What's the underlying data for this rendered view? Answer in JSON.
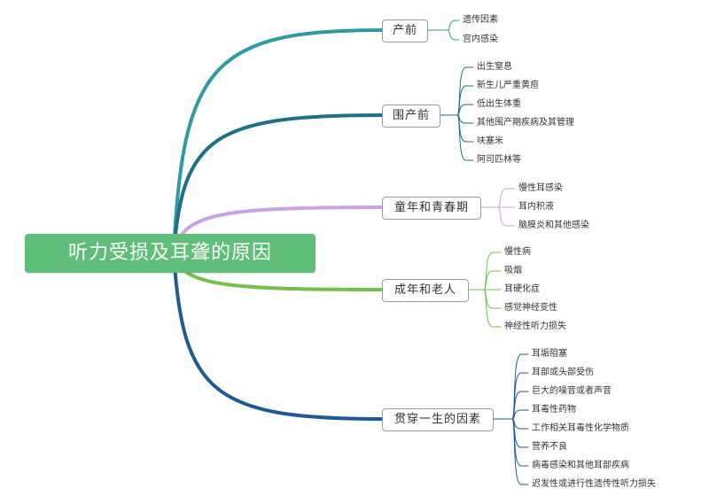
{
  "title": "听力受损及耳聋的原因",
  "colors": {
    "root_fill": "#5fbf7a",
    "teal": "#2f9aa3",
    "dark_teal": "#1f6f86",
    "lavender": "#c9a3e6",
    "green": "#74c14a",
    "navy": "#1e5a94"
  },
  "branches": [
    {
      "label": "产前",
      "color": "#2f9aa3",
      "items": [
        "遗传因素",
        "宫内感染"
      ]
    },
    {
      "label": "围产前",
      "color": "#1f6f86",
      "items": [
        "出生窒息",
        "新生儿严重黄疸",
        "低出生体重",
        "其他围产期疾病及其管理",
        "呋塞米",
        "阿司匹林等"
      ]
    },
    {
      "label": "童年和青春期",
      "color": "#c9a3e6",
      "items": [
        "慢性耳感染",
        "耳内积液",
        "脑膜炎和其他感染"
      ]
    },
    {
      "label": "成年和老人",
      "color": "#74c14a",
      "items": [
        "慢性病",
        "吸烟",
        "耳硬化症",
        "感觉神经变性",
        "神经性听力损失"
      ]
    },
    {
      "label": "贯穿一生的因素",
      "color": "#1e5a94",
      "items": [
        "耳垢阻塞",
        "耳部或头部受伤",
        "巨大的噪音或者声音",
        "耳毒性药物",
        "工作相关耳毒性化学物质",
        "营养不良",
        "病毒感染和其他耳部疾病",
        "迟发性或进行性遗传性听力损失"
      ]
    }
  ]
}
